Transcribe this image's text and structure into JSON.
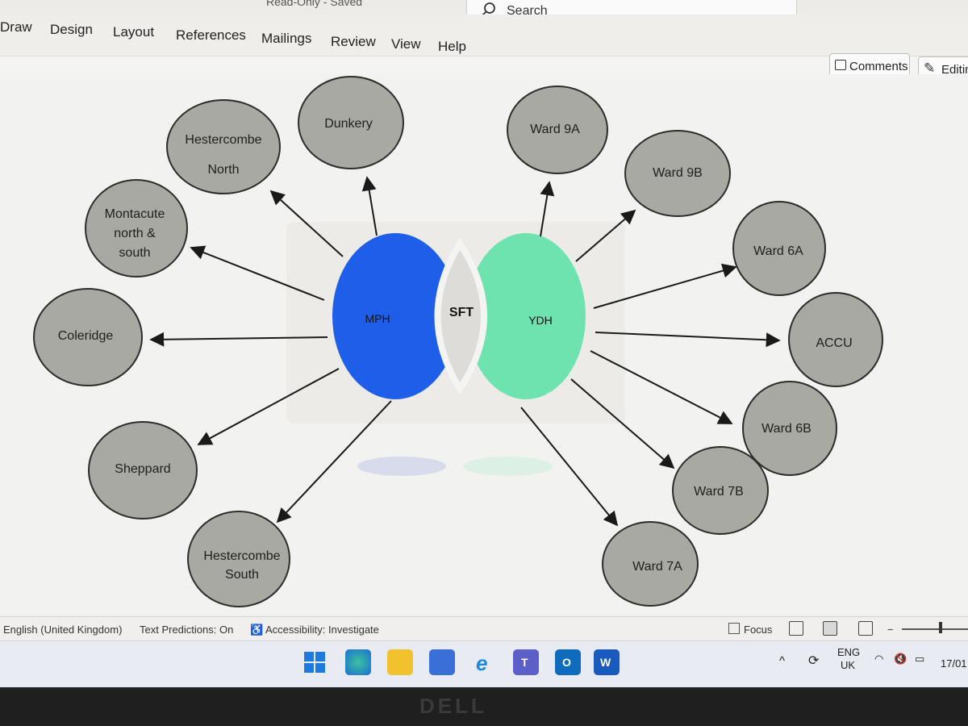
{
  "app": {
    "doc_status": "Read-Only - Saved",
    "search_placeholder": "Search",
    "tabs": [
      "Draw",
      "Design",
      "Layout",
      "References",
      "Mailings",
      "Review",
      "View",
      "Help"
    ],
    "comments_label": "Comments",
    "editing_label": "Editing"
  },
  "diagram": {
    "center_left": "MPH",
    "center_overlap": "SFT",
    "center_right": "YDH",
    "left_nodes": [
      "Dunkery",
      "Hestercombe North",
      "Montacute north & south",
      "Coleridge",
      "Sheppard",
      "Hestercombe South"
    ],
    "right_nodes": [
      "Ward 9A",
      "Ward 9B",
      "Ward 6A",
      "ACCU",
      "Ward 6B",
      "Ward 7B",
      "Ward 7A"
    ],
    "colors": {
      "left_circle": "#1f5ee8",
      "right_circle": "#6ee3b0",
      "overlap": "#dedcd8",
      "node_fill": "#a9a9a4",
      "node_stroke": "#2c2c2c"
    }
  },
  "node_lines": {
    "hestercombe_north": [
      "Hestercombe",
      "North"
    ],
    "montacute": [
      "Montacute",
      "north &",
      "south"
    ],
    "hestercombe_south": [
      "Hestercombe",
      "South"
    ]
  },
  "statusbar": {
    "language": "English (United Kingdom)",
    "predictions": "Text Predictions: On",
    "accessibility": "Accessibility: Investigate",
    "focus": "Focus"
  },
  "taskbar": {
    "lang_line1": "ENG",
    "lang_line2": "UK",
    "date": "17/01"
  },
  "bezel": {
    "brand": "DELL"
  }
}
